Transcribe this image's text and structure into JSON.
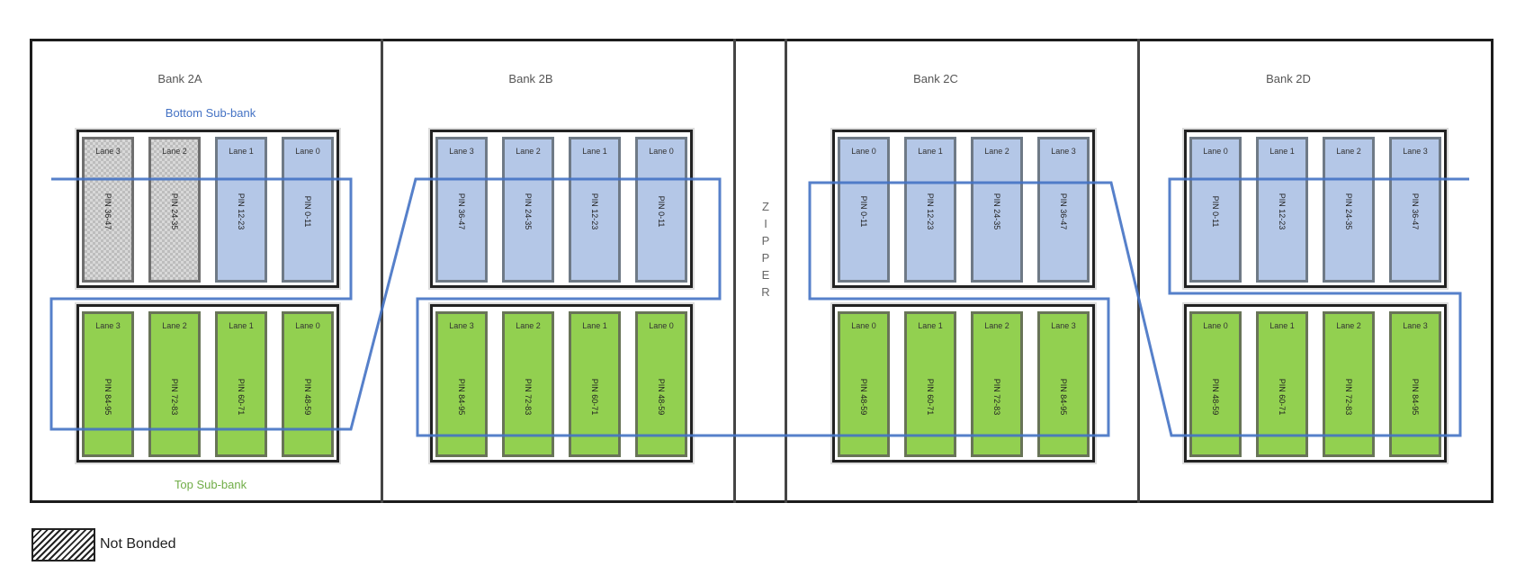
{
  "title": "Bank 2 lane and pin mapping",
  "colors": {
    "bottom_sub_bank": "#b4c7e7",
    "top_sub_bank": "#92d050",
    "route_line": "#4472c4",
    "bottom_label": "#4472c4",
    "top_label": "#70ad47"
  },
  "labels": {
    "bottom_sub_bank": "Bottom Sub-bank",
    "top_sub_bank": "Top Sub-bank",
    "zipper": [
      "Z",
      "I",
      "P",
      "P",
      "E",
      "R"
    ]
  },
  "banks": [
    {
      "name": "Bank 2A",
      "bottom": [
        {
          "lane": "Lane 3",
          "pins": "PIN 36-47",
          "bonded": false
        },
        {
          "lane": "Lane 2",
          "pins": "PIN 24-35",
          "bonded": false
        },
        {
          "lane": "Lane 1",
          "pins": "PIN 12-23",
          "bonded": true
        },
        {
          "lane": "Lane 0",
          "pins": "PIN 0-11",
          "bonded": true
        }
      ],
      "top": [
        {
          "lane": "Lane 3",
          "pins": "PIN 84-95",
          "bonded": true
        },
        {
          "lane": "Lane 2",
          "pins": "PIN 72-83",
          "bonded": true
        },
        {
          "lane": "Lane 1",
          "pins": "PIN 60-71",
          "bonded": true
        },
        {
          "lane": "Lane 0",
          "pins": "PIN 48-59",
          "bonded": true
        }
      ]
    },
    {
      "name": "Bank 2B",
      "bottom": [
        {
          "lane": "Lane 3",
          "pins": "PIN 36-47",
          "bonded": true
        },
        {
          "lane": "Lane 2",
          "pins": "PIN 24-35",
          "bonded": true
        },
        {
          "lane": "Lane 1",
          "pins": "PIN 12-23",
          "bonded": true
        },
        {
          "lane": "Lane 0",
          "pins": "PIN 0-11",
          "bonded": true
        }
      ],
      "top": [
        {
          "lane": "Lane 3",
          "pins": "PIN 84-95",
          "bonded": true
        },
        {
          "lane": "Lane 2",
          "pins": "PIN 72-83",
          "bonded": true
        },
        {
          "lane": "Lane 1",
          "pins": "PIN 60-71",
          "bonded": true
        },
        {
          "lane": "Lane 0",
          "pins": "PIN 48-59",
          "bonded": true
        }
      ]
    },
    {
      "name": "Bank 2C",
      "bottom": [
        {
          "lane": "Lane 0",
          "pins": "PIN 0-11",
          "bonded": true
        },
        {
          "lane": "Lane 1",
          "pins": "PIN 12-23",
          "bonded": true
        },
        {
          "lane": "Lane 2",
          "pins": "PIN 24-35",
          "bonded": true
        },
        {
          "lane": "Lane 3",
          "pins": "PIN 36-47",
          "bonded": true
        }
      ],
      "top": [
        {
          "lane": "Lane 0",
          "pins": "PIN 48-59",
          "bonded": true
        },
        {
          "lane": "Lane 1",
          "pins": "PIN 60-71",
          "bonded": true
        },
        {
          "lane": "Lane 2",
          "pins": "PIN 72-83",
          "bonded": true
        },
        {
          "lane": "Lane 3",
          "pins": "PIN 84-95",
          "bonded": true
        }
      ]
    },
    {
      "name": "Bank 2D",
      "bottom": [
        {
          "lane": "Lane 0",
          "pins": "PIN 0-11",
          "bonded": true
        },
        {
          "lane": "Lane 1",
          "pins": "PIN 12-23",
          "bonded": true
        },
        {
          "lane": "Lane 2",
          "pins": "PIN 24-35",
          "bonded": true
        },
        {
          "lane": "Lane 3",
          "pins": "PIN 36-47",
          "bonded": true
        }
      ],
      "top": [
        {
          "lane": "Lane 0",
          "pins": "PIN 48-59",
          "bonded": true
        },
        {
          "lane": "Lane 1",
          "pins": "PIN 60-71",
          "bonded": true
        },
        {
          "lane": "Lane 2",
          "pins": "PIN 72-83",
          "bonded": true
        },
        {
          "lane": "Lane 3",
          "pins": "PIN 84-95",
          "bonded": true
        }
      ]
    }
  ],
  "legend": {
    "not_bonded": "Not Bonded"
  }
}
